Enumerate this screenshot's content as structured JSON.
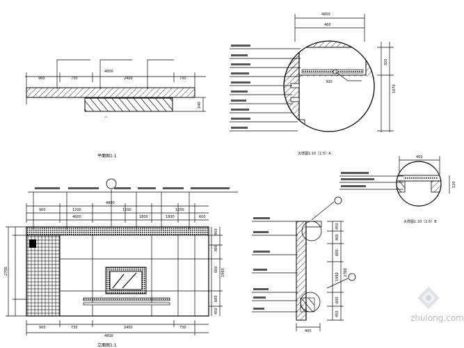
{
  "plan": {
    "dims_top": [
      "900",
      "730",
      "4800",
      "2400",
      "730"
    ],
    "dim_right": "240",
    "caption": "平面图1:1"
  },
  "elevation": {
    "dims_top_row1": [
      "900",
      "1200",
      "4800",
      "1200",
      "1200",
      "600"
    ],
    "dims_top_row2": [
      "4800",
      "1800",
      "1800"
    ],
    "dims_bottom": [
      "900",
      "730",
      "2400",
      "730"
    ],
    "dims_bottom_total": "4800",
    "dim_left": "2700",
    "dims_right": [
      "450",
      "300",
      "600",
      "600",
      "1950",
      "450"
    ],
    "caption": "立面图1:1"
  },
  "detail_a": {
    "dims_top": [
      "4800",
      "460"
    ],
    "dim_inner": "300",
    "dims_right": [
      "320",
      "1070"
    ],
    "caption": "大样图1:10（1:5）A"
  },
  "detail_b": {
    "dim_top": "400",
    "dim_right": "120",
    "caption": "大样图1:10（1:5）B"
  },
  "section": {
    "dims_right_a": [
      "450",
      "300",
      "600",
      "1950",
      "600",
      "450"
    ],
    "dims_right_b": [
      "2700"
    ],
    "dim_bottom": "400"
  },
  "watermark": {
    "text": "zhulong.com"
  }
}
